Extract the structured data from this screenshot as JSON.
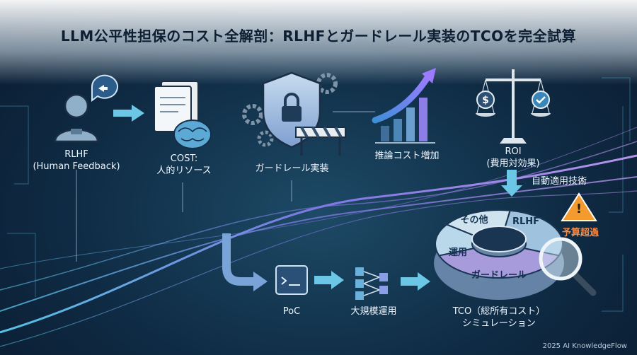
{
  "title": "LLM公平性担保のコスト全解剖：RLHFとガードレール実装のTCOを完全試算",
  "nodes": {
    "rlhf": {
      "line1": "RLHF",
      "line2": "(Human Feedback)"
    },
    "cost": {
      "line1": "COST:",
      "line2": "人的リソース"
    },
    "guardrail": {
      "label": "ガードレール実装"
    },
    "inference": {
      "label": "推論コスト増加"
    },
    "roi": {
      "line1": "ROI",
      "line2": "(費用対効果)"
    },
    "automation": {
      "label": "自動適用技術"
    },
    "poc": {
      "label": "PoC"
    },
    "scale": {
      "label": "大規模運用"
    },
    "tco": {
      "line1": "TCO（総所有コスト）",
      "line2": "シミュレーション"
    }
  },
  "donut": {
    "segments": [
      "RLHF",
      "ガードレール",
      "運用",
      "その他"
    ],
    "colors": [
      "#9fc3de",
      "#a89bdc",
      "#b9d8ea",
      "#cfe3ef"
    ]
  },
  "warning": {
    "label": "予算超過",
    "symbol": "!"
  },
  "credit": "2025 AI KnowledgeFlow"
}
